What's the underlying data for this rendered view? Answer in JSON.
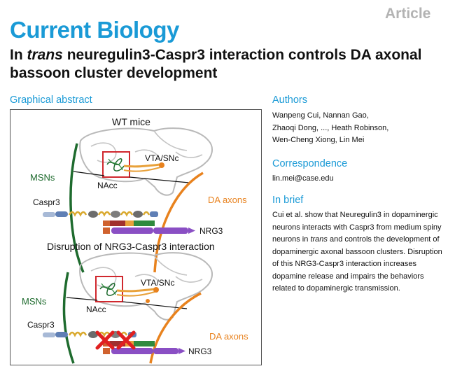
{
  "header": {
    "article_type": "Article",
    "journal": "Current Biology",
    "title_prefix": "In ",
    "title_italic": "trans",
    "title_rest": " neuregulin3-Caspr3 interaction controls DA axonal bassoon cluster development"
  },
  "graphical_abstract": {
    "label": "Graphical abstract",
    "top_panel": {
      "title": "WT mice",
      "msns": "MSNs",
      "vta": "VTA/SNc",
      "nacc": "NAcc",
      "da_axons": "DA axons",
      "caspr3": "Caspr3",
      "nrg3": "NRG3"
    },
    "bottom_panel": {
      "title": "Disruption of NRG3-Caspr3 interaction",
      "msns": "MSNs",
      "vta": "VTA/SNc",
      "nacc": "NAcc",
      "da_axons": "DA axons",
      "caspr3": "Caspr3",
      "nrg3": "NRG3"
    },
    "colors": {
      "msn": "#1e6b2e",
      "da": "#e8821e",
      "box": "#d0282e",
      "cross": "#e02020",
      "caspr3": "#5f7fb5",
      "nrg3": "#8a4fc4"
    }
  },
  "authors": {
    "heading": "Authors",
    "line1": "Wanpeng Cui, Nannan Gao,",
    "line2": "Zhaoqi Dong, ..., Heath Robinson,",
    "line3": "Wen-Cheng Xiong, Lin Mei"
  },
  "correspondence": {
    "heading": "Correspondence",
    "email": "lin.mei@case.edu"
  },
  "in_brief": {
    "heading": "In brief",
    "text_before": "Cui et al. show that Neuregulin3 in dopaminergic neurons interacts with Caspr3 from medium spiny neurons in ",
    "text_italic": "trans",
    "text_after": " and controls the development of dopaminergic axonal bassoon clusters. Disruption of this NRG3-Caspr3 interaction increases dopamine release and impairs the behaviors related to dopaminergic transmission."
  }
}
